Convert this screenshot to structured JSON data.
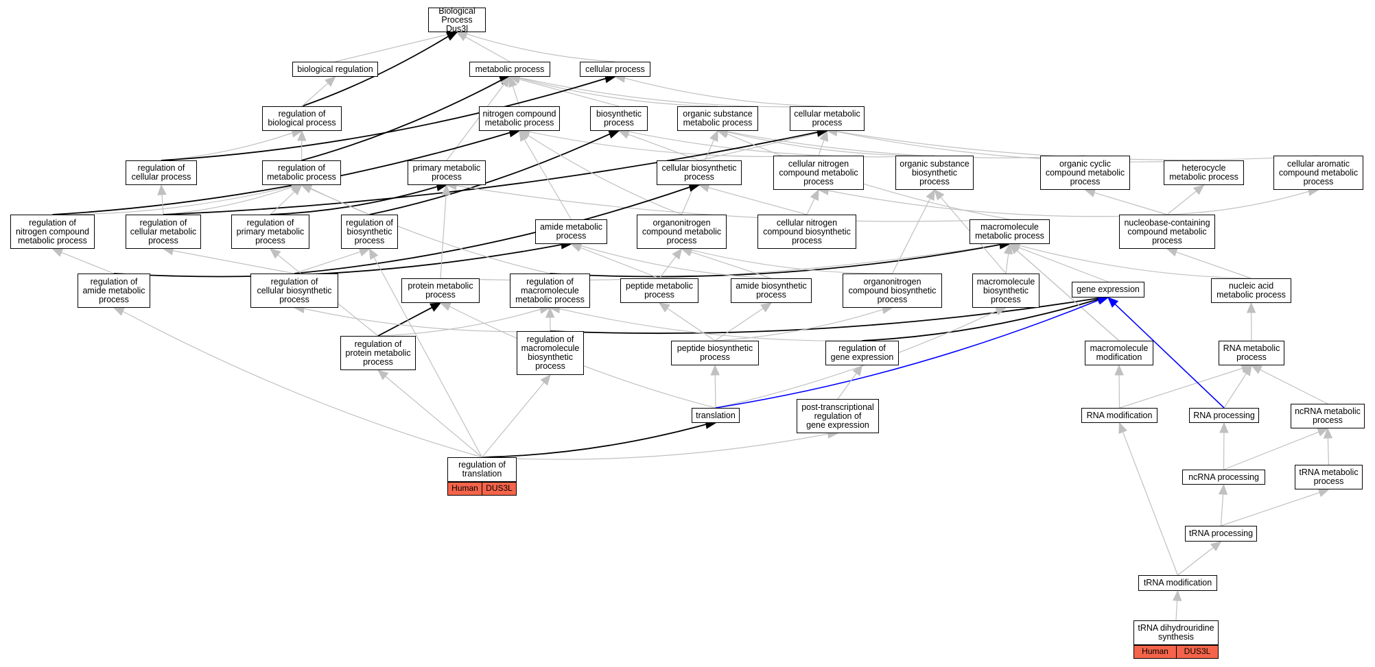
{
  "colors": {
    "edge_gray": "#c0c0c0",
    "edge_black": "#000000",
    "edge_blue": "#0000ff",
    "annotation": "#f4644a"
  },
  "nodes": {
    "bp": "Biological Process\nDus3l",
    "bioreg": "biological regulation",
    "metproc": "metabolic process",
    "cellproc": "cellular process",
    "regbio": "regulation of\nbiological process",
    "nitrocmp": "nitrogen compound\nmetabolic process",
    "biosyn": "biosynthetic\nprocess",
    "orgsub": "organic substance\nmetabolic process",
    "cellmet": "cellular metabolic\nprocess",
    "regcell": "regulation of\ncellular process",
    "regmet": "regulation of\nmetabolic process",
    "primmet": "primary metabolic\nprocess",
    "cellbiosyn": "cellular biosynthetic\nprocess",
    "cellnitro": "cellular nitrogen\ncompound metabolic\nprocess",
    "orgsubbio": "organic substance\nbiosynthetic\nprocess",
    "orgcyc": "organic cyclic\ncompound metabolic\nprocess",
    "hetero": "heterocycle\nmetabolic process",
    "cellarom": "cellular aromatic\ncompound metabolic\nprocess",
    "regnitro": "regulation of\nnitrogen compound\nmetabolic process",
    "regcellmet": "regulation of\ncellular metabolic\nprocess",
    "regprim": "regulation of\nprimary metabolic\nprocess",
    "regbiosyn": "regulation of\nbiosynthetic\nprocess",
    "amidemet": "amide metabolic\nprocess",
    "orgnitromet": "organonitrogen\ncompound metabolic\nprocess",
    "cellnitrobio": "cellular nitrogen\ncompound biosynthetic\nprocess",
    "macromet": "macromolecule\nmetabolic process",
    "nucleo": "nucleobase-containing\ncompound metabolic\nprocess",
    "regamide": "regulation of\namide metabolic\nprocess",
    "regcellbio": "regulation of\ncellular biosynthetic\nprocess",
    "protmet": "protein metabolic\nprocess",
    "regmacromet": "regulation of\nmacromolecule\nmetabolic process",
    "peptmet": "peptide metabolic\nprocess",
    "amidebio": "amide biosynthetic\nprocess",
    "orgnitrobio": "organonitrogen\ncompound biosynthetic\nprocess",
    "macrobio": "macromolecule\nbiosynthetic\nprocess",
    "geneexp": "gene expression",
    "nucacid": "nucleic acid\nmetabolic process",
    "regprot": "regulation of\nprotein metabolic\nprocess",
    "regmacrobio": "regulation of\nmacromolecule\nbiosynthetic\nprocess",
    "peptbio": "peptide biosynthetic\nprocess",
    "reggene": "regulation of\ngene expression",
    "macromod": "macromolecule\nmodification",
    "rnamet": "RNA metabolic\nprocess",
    "translation": "translation",
    "posttrans": "post-transcriptional\nregulation of\ngene expression",
    "rnamod": "RNA modification",
    "rnaproc": "RNA processing",
    "ncrnamet": "ncRNA metabolic\nprocess",
    "regtrans": "regulation of\ntranslation",
    "ncrnaproc": "ncRNA processing",
    "trnamet": "tRNA metabolic\nprocess",
    "trnaproc": "tRNA processing",
    "trnamod": "tRNA modification",
    "trnadihydro": "tRNA dihydrouridine\nsynthesis"
  },
  "annotations": {
    "regtrans": {
      "species": "Human",
      "gene": "DUS3L"
    },
    "trnadihydro": {
      "species": "Human",
      "gene": "DUS3L"
    }
  },
  "edges": [
    [
      "bioreg",
      "bp",
      "g"
    ],
    [
      "metproc",
      "bp",
      "g"
    ],
    [
      "cellproc",
      "bp",
      "g"
    ],
    [
      "regbio",
      "bp",
      "k"
    ],
    [
      "regbio",
      "bioreg",
      "g"
    ],
    [
      "nitrocmp",
      "metproc",
      "g"
    ],
    [
      "biosyn",
      "metproc",
      "g"
    ],
    [
      "orgsub",
      "metproc",
      "g"
    ],
    [
      "cellmet",
      "metproc",
      "g"
    ],
    [
      "cellmet",
      "cellproc",
      "g"
    ],
    [
      "regcell",
      "regbio",
      "g"
    ],
    [
      "regcell",
      "cellproc",
      "k"
    ],
    [
      "regmet",
      "regbio",
      "g"
    ],
    [
      "regmet",
      "metproc",
      "k"
    ],
    [
      "primmet",
      "metproc",
      "g"
    ],
    [
      "cellbiosyn",
      "biosyn",
      "g"
    ],
    [
      "cellbiosyn",
      "cellmet",
      "g"
    ],
    [
      "cellnitro",
      "nitrocmp",
      "g"
    ],
    [
      "cellnitro",
      "cellmet",
      "g"
    ],
    [
      "orgsubbio",
      "biosyn",
      "g"
    ],
    [
      "orgsubbio",
      "orgsub",
      "g"
    ],
    [
      "orgcyc",
      "orgsub",
      "g"
    ],
    [
      "hetero",
      "cellmet",
      "g"
    ],
    [
      "cellarom",
      "cellmet",
      "g"
    ],
    [
      "regnitro",
      "regmet",
      "g"
    ],
    [
      "regnitro",
      "nitrocmp",
      "k"
    ],
    [
      "regcellmet",
      "regcell",
      "g"
    ],
    [
      "regcellmet",
      "regmet",
      "g"
    ],
    [
      "regcellmet",
      "cellmet",
      "k"
    ],
    [
      "regprim",
      "regmet",
      "g"
    ],
    [
      "regprim",
      "primmet",
      "k"
    ],
    [
      "regbiosyn",
      "regmet",
      "g"
    ],
    [
      "regbiosyn",
      "biosyn",
      "k"
    ],
    [
      "amidemet",
      "nitrocmp",
      "g"
    ],
    [
      "orgnitromet",
      "nitrocmp",
      "g"
    ],
    [
      "orgnitromet",
      "orgsub",
      "g"
    ],
    [
      "cellnitrobio",
      "cellnitro",
      "g"
    ],
    [
      "cellnitrobio",
      "cellbiosyn",
      "g"
    ],
    [
      "macromet",
      "primmet",
      "g"
    ],
    [
      "macromet",
      "orgsub",
      "g"
    ],
    [
      "nucleo",
      "orgcyc",
      "g"
    ],
    [
      "nucleo",
      "hetero",
      "g"
    ],
    [
      "nucleo",
      "cellarom",
      "g"
    ],
    [
      "nucleo",
      "cellnitro",
      "g"
    ],
    [
      "regamide",
      "regnitro",
      "g"
    ],
    [
      "regamide",
      "amidemet",
      "k"
    ],
    [
      "regcellbio",
      "regcellmet",
      "g"
    ],
    [
      "regcellbio",
      "regbiosyn",
      "g"
    ],
    [
      "regcellbio",
      "cellbiosyn",
      "k"
    ],
    [
      "protmet",
      "primmet",
      "g"
    ],
    [
      "protmet",
      "macromet",
      "g"
    ],
    [
      "regmacromet",
      "regmet",
      "g"
    ],
    [
      "regmacromet",
      "macromet",
      "k"
    ],
    [
      "peptmet",
      "amidemet",
      "g"
    ],
    [
      "peptmet",
      "orgnitromet",
      "g"
    ],
    [
      "amidebio",
      "amidemet",
      "g"
    ],
    [
      "amidebio",
      "orgnitromet",
      "g"
    ],
    [
      "orgnitrobio",
      "orgnitromet",
      "g"
    ],
    [
      "orgnitrobio",
      "orgsubbio",
      "g"
    ],
    [
      "macrobio",
      "macromet",
      "g"
    ],
    [
      "macrobio",
      "orgsubbio",
      "g"
    ],
    [
      "geneexp",
      "macromet",
      "g"
    ],
    [
      "nucacid",
      "macromet",
      "g"
    ],
    [
      "nucacid",
      "nucleo",
      "g"
    ],
    [
      "regprot",
      "regprim",
      "g"
    ],
    [
      "regprot",
      "regmacromet",
      "g"
    ],
    [
      "regprot",
      "protmet",
      "k"
    ],
    [
      "regmacrobio",
      "regcellbio",
      "g"
    ],
    [
      "regmacrobio",
      "regmacromet",
      "g"
    ],
    [
      "regmacrobio",
      "geneexp",
      "k"
    ],
    [
      "peptbio",
      "peptmet",
      "g"
    ],
    [
      "peptbio",
      "amidebio",
      "g"
    ],
    [
      "peptbio",
      "orgnitrobio",
      "g"
    ],
    [
      "reggene",
      "regmacromet",
      "g"
    ],
    [
      "reggene",
      "geneexp",
      "k"
    ],
    [
      "macromod",
      "macromet",
      "g"
    ],
    [
      "macromod",
      "macromet",
      "g"
    ],
    [
      "rnamet",
      "nucacid",
      "g"
    ],
    [
      "translation",
      "protmet",
      "g"
    ],
    [
      "translation",
      "peptbio",
      "g"
    ],
    [
      "translation",
      "macrobio",
      "g"
    ],
    [
      "translation",
      "geneexp",
      "b"
    ],
    [
      "posttrans",
      "reggene",
      "g"
    ],
    [
      "rnamod",
      "macromod",
      "g"
    ],
    [
      "rnamod",
      "rnamet",
      "g"
    ],
    [
      "rnaproc",
      "rnamet",
      "g"
    ],
    [
      "rnaproc",
      "geneexp",
      "b"
    ],
    [
      "ncrnamet",
      "rnamet",
      "g"
    ],
    [
      "regtrans",
      "regprot",
      "g"
    ],
    [
      "regtrans",
      "regbiosyn",
      "g"
    ],
    [
      "regtrans",
      "regmacrobio",
      "g"
    ],
    [
      "regtrans",
      "translation",
      "k"
    ],
    [
      "regtrans",
      "posttrans",
      "g"
    ],
    [
      "regtrans",
      "regamide",
      "g"
    ],
    [
      "ncrnaproc",
      "rnaproc",
      "g"
    ],
    [
      "ncrnaproc",
      "ncrnamet",
      "g"
    ],
    [
      "trnamet",
      "ncrnamet",
      "g"
    ],
    [
      "trnaproc",
      "ncrnaproc",
      "g"
    ],
    [
      "trnaproc",
      "trnamet",
      "g"
    ],
    [
      "trnamod",
      "trnaproc",
      "g"
    ],
    [
      "trnamod",
      "rnamod",
      "g"
    ],
    [
      "trnadihydro",
      "trnamod",
      "g"
    ]
  ]
}
